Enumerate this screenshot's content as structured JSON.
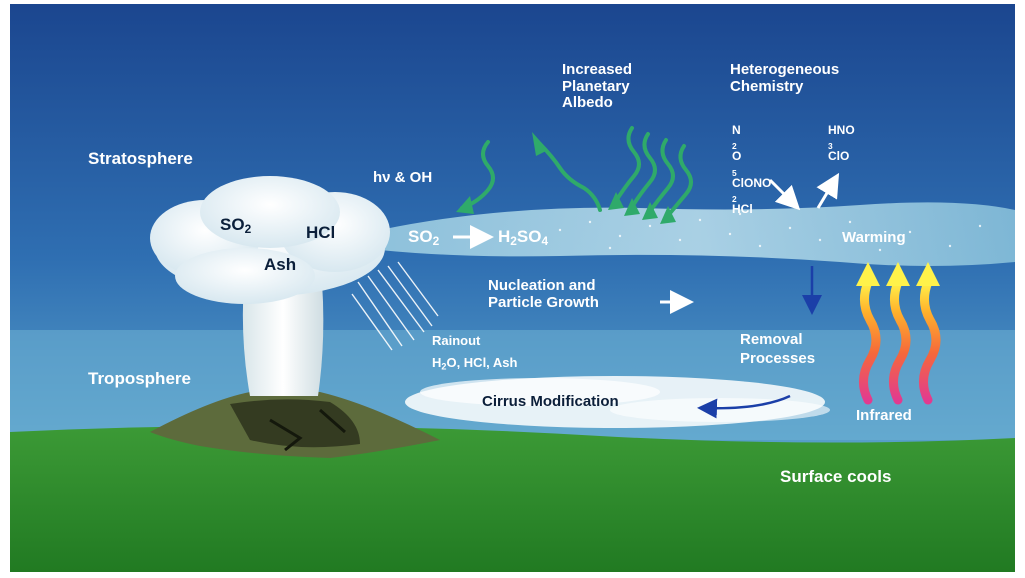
{
  "layers": {
    "stratosphere": "Stratosphere",
    "troposphere": "Troposphere",
    "surface": "Surface cools"
  },
  "plume": {
    "so2": [
      "SO",
      "2"
    ],
    "hcl": "HCl",
    "ash": "Ash"
  },
  "processes": {
    "hv_oh": "hν & OH",
    "conversion_left": [
      "SO",
      "2"
    ],
    "conversion_right": [
      "H",
      "2",
      "SO",
      "4"
    ],
    "albedo": [
      "Increased",
      "Planetary",
      "Albedo"
    ],
    "hetero": [
      "Heterogeneous",
      "Chemistry"
    ],
    "hetero_in_1": [
      "N",
      "2",
      "O",
      "5"
    ],
    "hetero_in_2": [
      "ClONO",
      "2"
    ],
    "hetero_in_3": "HCl",
    "hetero_out_1": [
      "HNO",
      "3"
    ],
    "hetero_out_2": "ClO",
    "warming": "Warming",
    "nucleation": [
      "Nucleation and",
      "Particle Growth"
    ],
    "rainout": "Rainout",
    "rainout_species": [
      "H",
      "2",
      "O, HCl, Ash"
    ],
    "removal": [
      "Removal",
      "Processes"
    ],
    "cirrus": "Cirrus Modification",
    "infrared": "Infrared"
  },
  "colors": {
    "sky_top": "#1f4f9c",
    "sky_bottom": "#5fa6cf",
    "ground": "#2f8a2c",
    "aerosol_layer": "#a9d6e6",
    "green_arrows": "#2faa6a",
    "text": "#ffffff"
  }
}
